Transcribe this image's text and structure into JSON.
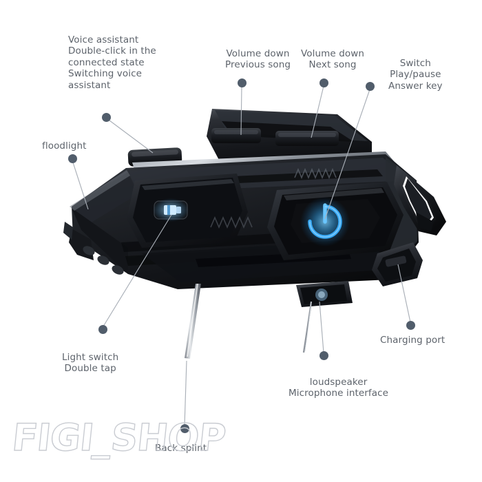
{
  "image": {
    "kind": "product-annotation-diagram",
    "subject": "motorcycle helmet bluetooth headset",
    "background_color": "#ffffff",
    "callout_dot_color": "#515d6b",
    "leader_line_color": "#aab0b8",
    "label_text_color": "#5d636b",
    "accent_glow_color": "#39a9f4"
  },
  "watermark": {
    "text": "FIGI_SHOP",
    "stroke_color": "#c9ccd2"
  },
  "callouts": [
    {
      "id": "voice-assistant",
      "lines": [
        "Voice assistant",
        "Double-click in the",
        "connected state",
        "Switching voice",
        "assistant"
      ],
      "text": "Voice assistant\nDouble-click in the\nconnected state\nSwitching voice\nassistant"
    },
    {
      "id": "volume-down-previous",
      "lines": [
        "Volume down",
        "Previous song"
      ],
      "text": "Volume down\nPrevious song"
    },
    {
      "id": "volume-down-next",
      "lines": [
        "Volume down",
        "Next song"
      ],
      "text": "Volume down\nNext song"
    },
    {
      "id": "switch-play-pause",
      "lines": [
        "Switch",
        "Play/pause",
        "Answer key"
      ],
      "text": "Switch\nPlay/pause\nAnswer key"
    },
    {
      "id": "floodlight",
      "lines": [
        "floodlight"
      ],
      "text": "floodlight"
    },
    {
      "id": "light-switch",
      "lines": [
        "Light switch",
        "Double tap"
      ],
      "text": "Light switch\nDouble tap"
    },
    {
      "id": "back-splint",
      "lines": [
        "Back splint"
      ],
      "text": "Back splint"
    },
    {
      "id": "loudspeaker-microphone",
      "lines": [
        "loudspeaker",
        "Microphone interface"
      ],
      "text": "loudspeaker\nMicrophone interface"
    },
    {
      "id": "charging-port",
      "lines": [
        "Charging port"
      ],
      "text": "Charging port"
    }
  ],
  "device": {
    "power_button_icon": "power-symbol",
    "light_indicator_icon": "led-panel-icon"
  }
}
